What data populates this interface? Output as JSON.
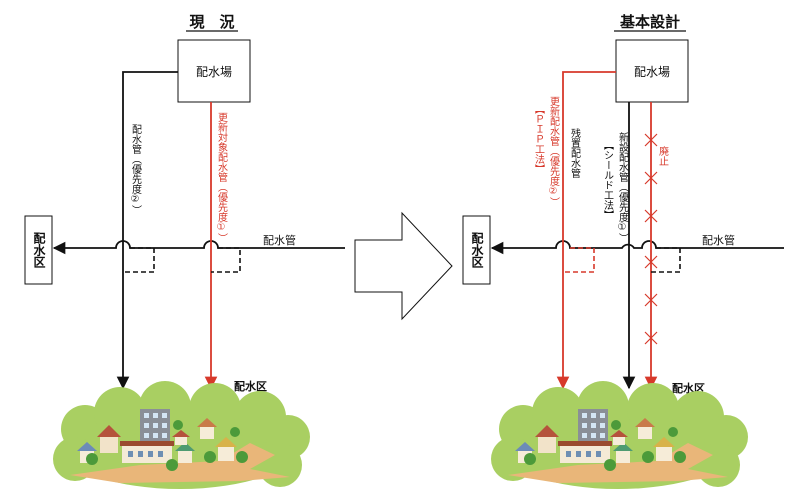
{
  "left": {
    "title": "現　況",
    "plant_label": "配水場",
    "district_box_label": "配水区",
    "pipe_label_horizontal": "配水管",
    "pipe_label_vertical": "配水管（優先度②）",
    "renewal_target_label": "更新対象配水管（優先度①）",
    "district_bottom_label": "配水区"
  },
  "right": {
    "title": "基本設計",
    "plant_label": "配水場",
    "district_box_label": "配水区",
    "pipe_label_horizontal": "配水管",
    "renewal_pip_label_line1": "更新配水管（優先度②）",
    "renewal_pip_label_line2": "【ＰＩＰ工法】",
    "residual_label": "残置配水管",
    "new_pipe_label_line1": "新設配水管（優先度①）",
    "new_pipe_label_line2": "【シールド工法】",
    "abandon_label": "廃止",
    "district_bottom_label": "配水区"
  },
  "colors": {
    "red": "#d7392b",
    "black": "#111111",
    "grass": "#a9cf62",
    "ground": "#e9b679"
  }
}
